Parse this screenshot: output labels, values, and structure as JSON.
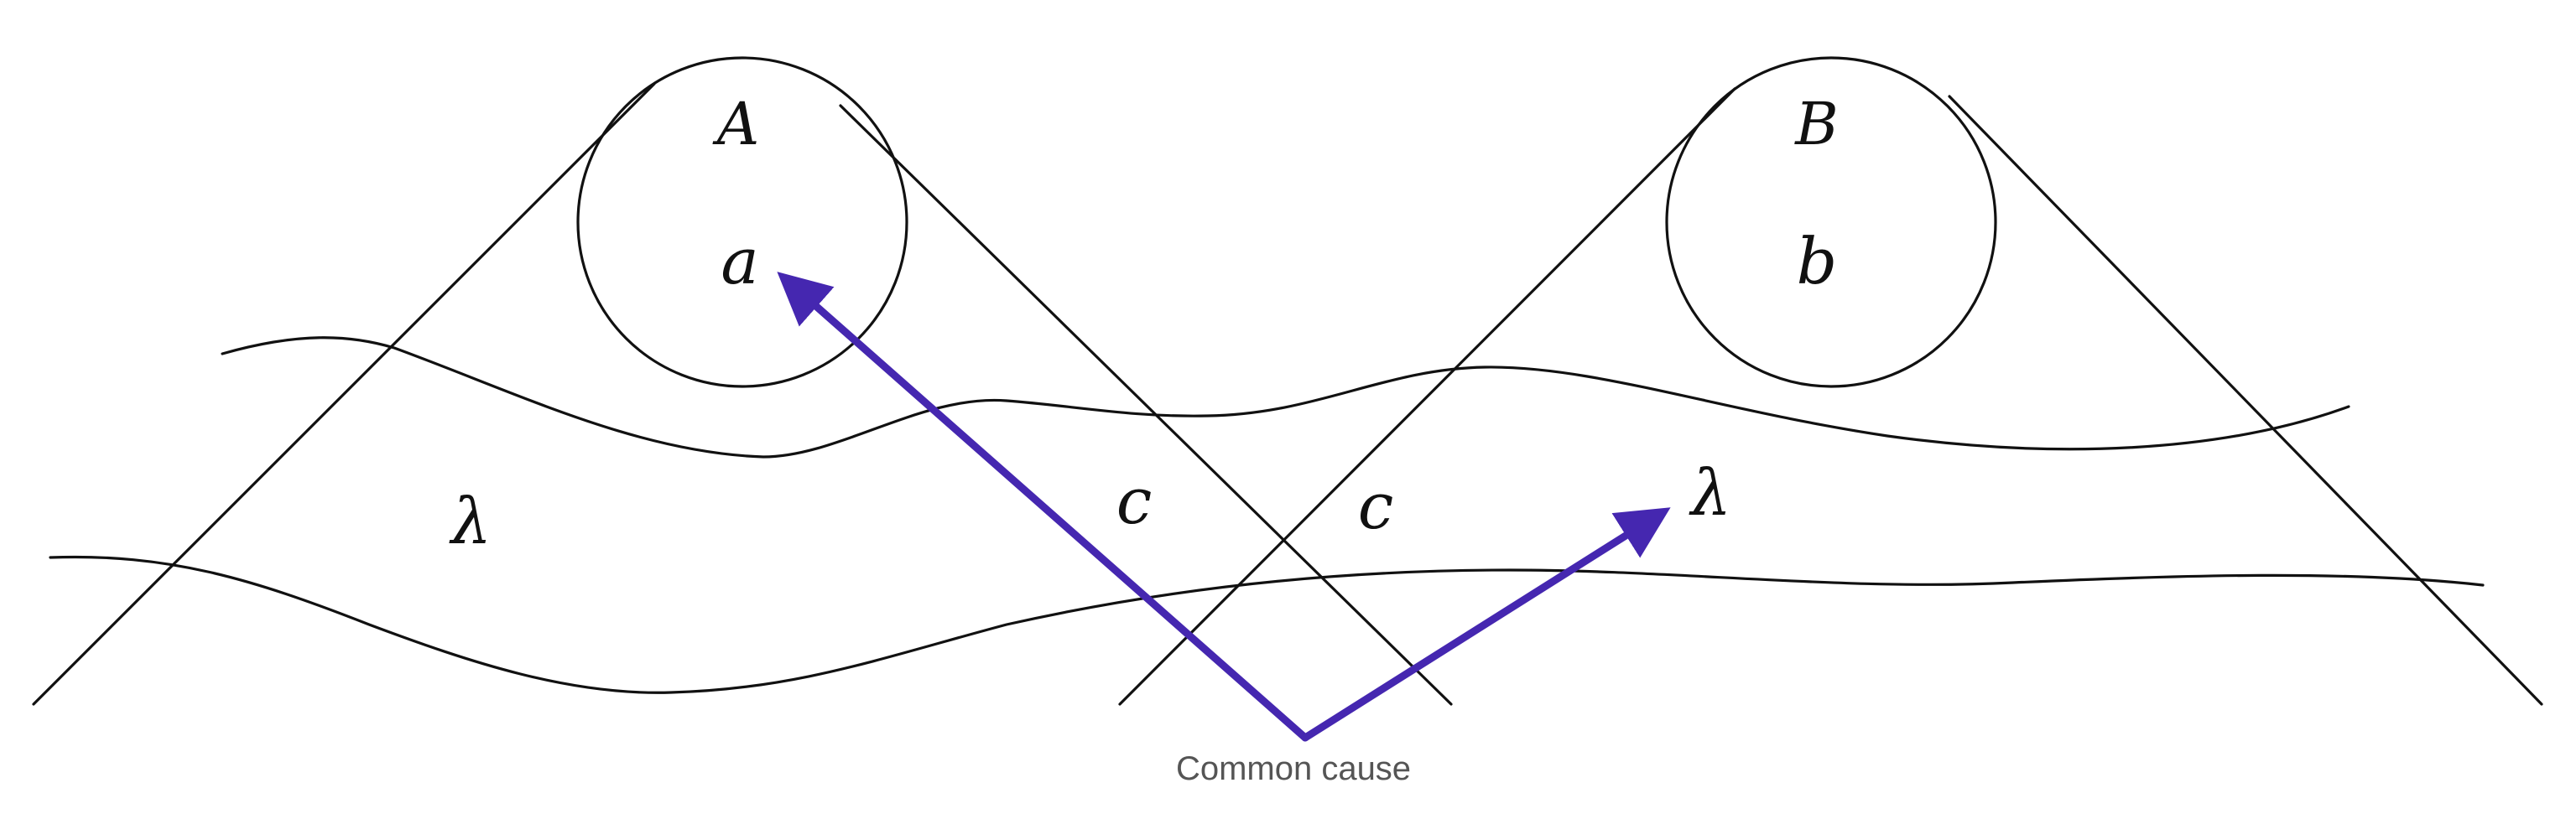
{
  "labels": {
    "region_A": "A",
    "region_B": "B",
    "outcome_a": "a",
    "outcome_b": "b",
    "lambda_left": "λ",
    "lambda_right": "λ",
    "c_left": "c",
    "c_right": "c",
    "common_cause": "Common cause"
  },
  "colors": {
    "arrow": "#4527b0",
    "line": "#111111",
    "caption": "#555555"
  }
}
